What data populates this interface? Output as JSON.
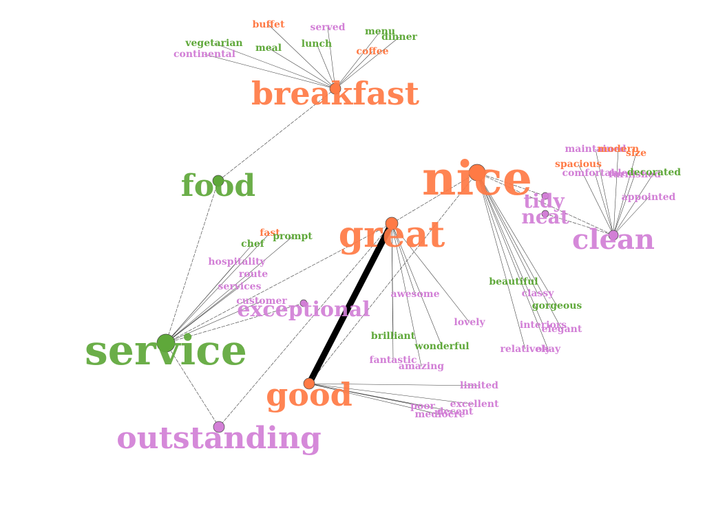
{
  "colors": {
    "orange": "#ff7a45",
    "green": "#5fa83a",
    "pink": "#d27fd6",
    "edge": "#333333",
    "strong_edge": "#000000"
  },
  "hubs": [
    {
      "id": "nice",
      "label": "nice",
      "color": "orange"
    },
    {
      "id": "breakfast",
      "label": "breakfast",
      "color": "orange"
    },
    {
      "id": "great",
      "label": "great",
      "color": "orange"
    },
    {
      "id": "good",
      "label": "good",
      "color": "orange"
    },
    {
      "id": "food",
      "label": "food",
      "color": "green"
    },
    {
      "id": "service",
      "label": "service",
      "color": "green"
    },
    {
      "id": "outstanding",
      "label": "outstanding",
      "color": "pink"
    },
    {
      "id": "clean",
      "label": "clean",
      "color": "pink"
    },
    {
      "id": "exceptional",
      "label": "exceptional",
      "color": "pink"
    },
    {
      "id": "tidy",
      "label": "tidy",
      "color": "pink"
    },
    {
      "id": "neat",
      "label": "neat",
      "color": "pink"
    }
  ],
  "hub_edges": [
    {
      "from": "great",
      "to": "good",
      "strong": true
    },
    {
      "from": "breakfast",
      "to": "food"
    },
    {
      "from": "food",
      "to": "service"
    },
    {
      "from": "service",
      "to": "outstanding"
    },
    {
      "from": "great",
      "to": "nice"
    },
    {
      "from": "great",
      "to": "service"
    },
    {
      "from": "great",
      "to": "outstanding"
    },
    {
      "from": "nice",
      "to": "good"
    },
    {
      "from": "nice",
      "to": "clean"
    },
    {
      "from": "nice",
      "to": "tidy"
    },
    {
      "from": "neat",
      "to": "clean"
    },
    {
      "from": "exceptional",
      "to": "service"
    }
  ],
  "leaves": [
    {
      "label": "buffet",
      "color": "orange",
      "hub": "breakfast"
    },
    {
      "label": "served",
      "color": "pink",
      "hub": "breakfast"
    },
    {
      "label": "menu",
      "color": "green",
      "hub": "breakfast"
    },
    {
      "label": "dinner",
      "color": "green",
      "hub": "breakfast"
    },
    {
      "label": "vegetarian",
      "color": "green",
      "hub": "breakfast"
    },
    {
      "label": "continental",
      "color": "pink",
      "hub": "breakfast"
    },
    {
      "label": "meal",
      "color": "green",
      "hub": "breakfast"
    },
    {
      "label": "lunch",
      "color": "green",
      "hub": "breakfast"
    },
    {
      "label": "coffee",
      "color": "orange",
      "hub": "breakfast"
    },
    {
      "label": "maintained",
      "color": "pink",
      "hub": "clean"
    },
    {
      "label": "modern",
      "color": "orange",
      "hub": "clean"
    },
    {
      "label": "size",
      "color": "orange",
      "hub": "clean"
    },
    {
      "label": "spacious",
      "color": "orange",
      "hub": "clean"
    },
    {
      "label": "comfortable",
      "color": "pink",
      "hub": "clean"
    },
    {
      "label": "furnished",
      "color": "pink",
      "hub": "clean"
    },
    {
      "label": "decorated",
      "color": "green",
      "hub": "clean"
    },
    {
      "label": "appointed",
      "color": "pink",
      "hub": "clean"
    },
    {
      "label": "fast",
      "color": "orange",
      "hub": "service"
    },
    {
      "label": "prompt",
      "color": "green",
      "hub": "service"
    },
    {
      "label": "chef",
      "color": "green",
      "hub": "service"
    },
    {
      "label": "hospitality",
      "color": "pink",
      "hub": "service"
    },
    {
      "label": "route",
      "color": "pink",
      "hub": "service"
    },
    {
      "label": "services",
      "color": "pink",
      "hub": "service"
    },
    {
      "label": "customer",
      "color": "pink",
      "hub": "service"
    },
    {
      "label": "awesome",
      "color": "pink",
      "hub": "great"
    },
    {
      "label": "brilliant",
      "color": "green",
      "hub": "great"
    },
    {
      "label": "wonderful",
      "color": "green",
      "hub": "great"
    },
    {
      "label": "fantastic",
      "color": "pink",
      "hub": "great"
    },
    {
      "label": "amazing",
      "color": "pink",
      "hub": "great"
    },
    {
      "label": "lovely",
      "color": "pink",
      "hub": "great"
    },
    {
      "label": "beautiful",
      "color": "green",
      "hub": "nice"
    },
    {
      "label": "classy",
      "color": "pink",
      "hub": "nice"
    },
    {
      "label": "gorgeous",
      "color": "green",
      "hub": "nice"
    },
    {
      "label": "interiors",
      "color": "pink",
      "hub": "nice"
    },
    {
      "label": "elegant",
      "color": "pink",
      "hub": "nice"
    },
    {
      "label": "relatively",
      "color": "pink",
      "hub": "nice"
    },
    {
      "label": "okay",
      "color": "pink",
      "hub": "nice"
    },
    {
      "label": "limited",
      "color": "pink",
      "hub": "good"
    },
    {
      "label": "excellent",
      "color": "pink",
      "hub": "good"
    },
    {
      "label": "decent",
      "color": "pink",
      "hub": "good"
    },
    {
      "label": "poor",
      "color": "pink",
      "hub": "good"
    },
    {
      "label": "mediocre",
      "color": "pink",
      "hub": "good"
    }
  ]
}
